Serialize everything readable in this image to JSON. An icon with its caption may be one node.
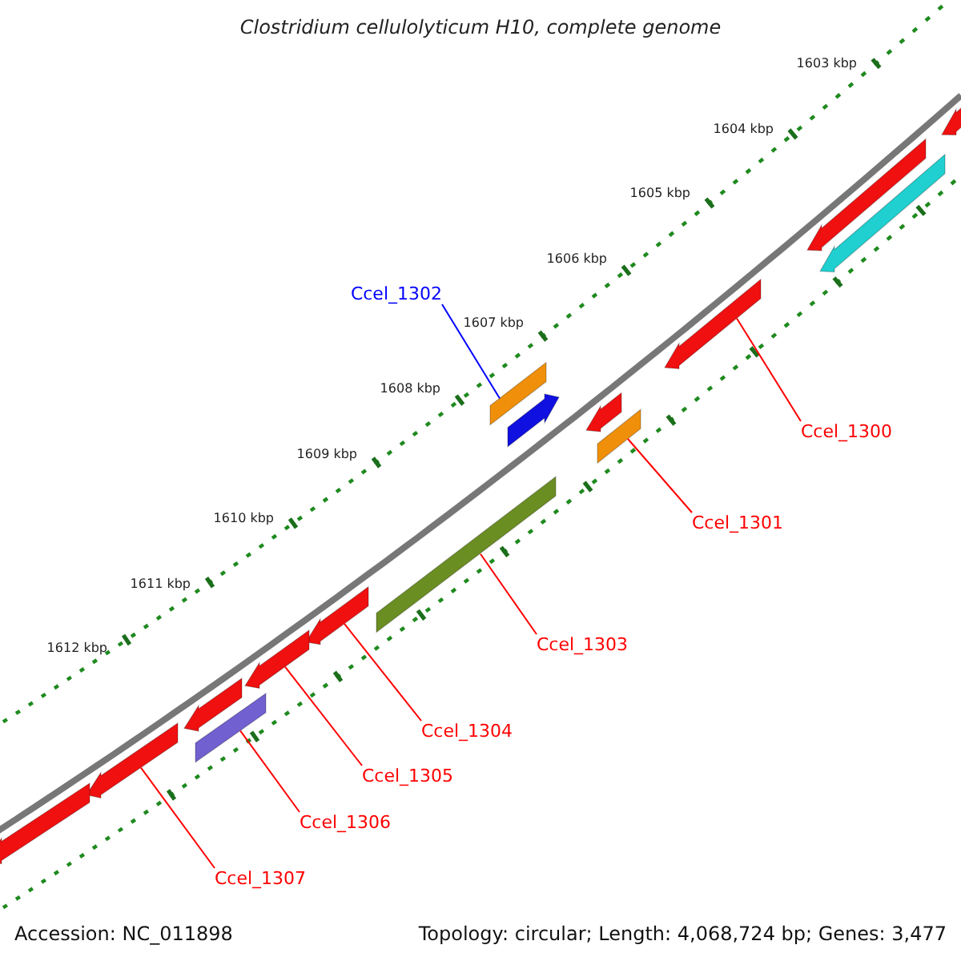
{
  "diagram": {
    "title": "Clostridium cellulolyticum H10, complete genome",
    "nodes": [
      {
        "text": [
          "Ccel_1302"
        ]
      },
      {
        "text": [
          "Ccel_1300"
        ]
      },
      {
        "text": [
          "Ccel_1301"
        ]
      },
      {
        "text": [
          "Ccel_1303"
        ]
      },
      {
        "text": [
          "Ccel_1304"
        ]
      },
      {
        "text": [
          "Ccel_1305"
        ]
      },
      {
        "text": [
          "Ccel_1306"
        ]
      },
      {
        "text": [
          "Ccel_1307"
        ]
      },
      {
        "text": [],
        "shape": "bar"
      },
      {
        "text": [],
        "shape": "bar"
      },
      {
        "text": [],
        "shape": "bar"
      },
      {
        "text": [],
        "shape": "bar"
      },
      {
        "text": [],
        "shape": "bar"
      },
      {
        "text": [],
        "shape": "bar"
      },
      {
        "text": [],
        "shape": "bar"
      },
      {
        "text": [],
        "shape": "bar"
      },
      {
        "text": [],
        "shape": "bar"
      },
      {
        "text": [],
        "shape": "bar"
      },
      {
        "text": [],
        "shape": "bar"
      },
      {
        "text": [],
        "shape": "bar"
      },
      {
        "text": [],
        "shape": "bar"
      },
      {
        "text": [],
        "shape": "bar"
      },
      {
        "text": [],
        "shape": "bar"
      }
    ],
    "edges": [
      {
        "from": 0,
        "to": 8,
        "arrow": "none",
        "color": "#0000ff"
      },
      {
        "from": 1,
        "to": 9,
        "arrow": "none"
      },
      {
        "from": 2,
        "to": 10,
        "arrow": "none"
      },
      {
        "from": 3,
        "to": 11,
        "arrow": "none"
      },
      {
        "from": 4,
        "to": 12,
        "arrow": "none"
      },
      {
        "from": 5,
        "to": 13,
        "arrow": "none"
      },
      {
        "from": 6,
        "to": 14,
        "arrow": "none"
      },
      {
        "from": 7,
        "to": 15,
        "arrow": "none"
      }
    ],
    "labels": [
      "1603 kbp",
      "1604 kbp",
      "1605 kbp",
      "1606 kbp",
      "1607 kbp",
      "1608 kbp",
      "1609 kbp",
      "1610 kbp",
      "1611 kbp",
      "1612 kbp",
      "Accession: NC_011898",
      "Topology: circular; Length: 4,068,724 bp; Genes: 3,477"
    ]
  }
}
